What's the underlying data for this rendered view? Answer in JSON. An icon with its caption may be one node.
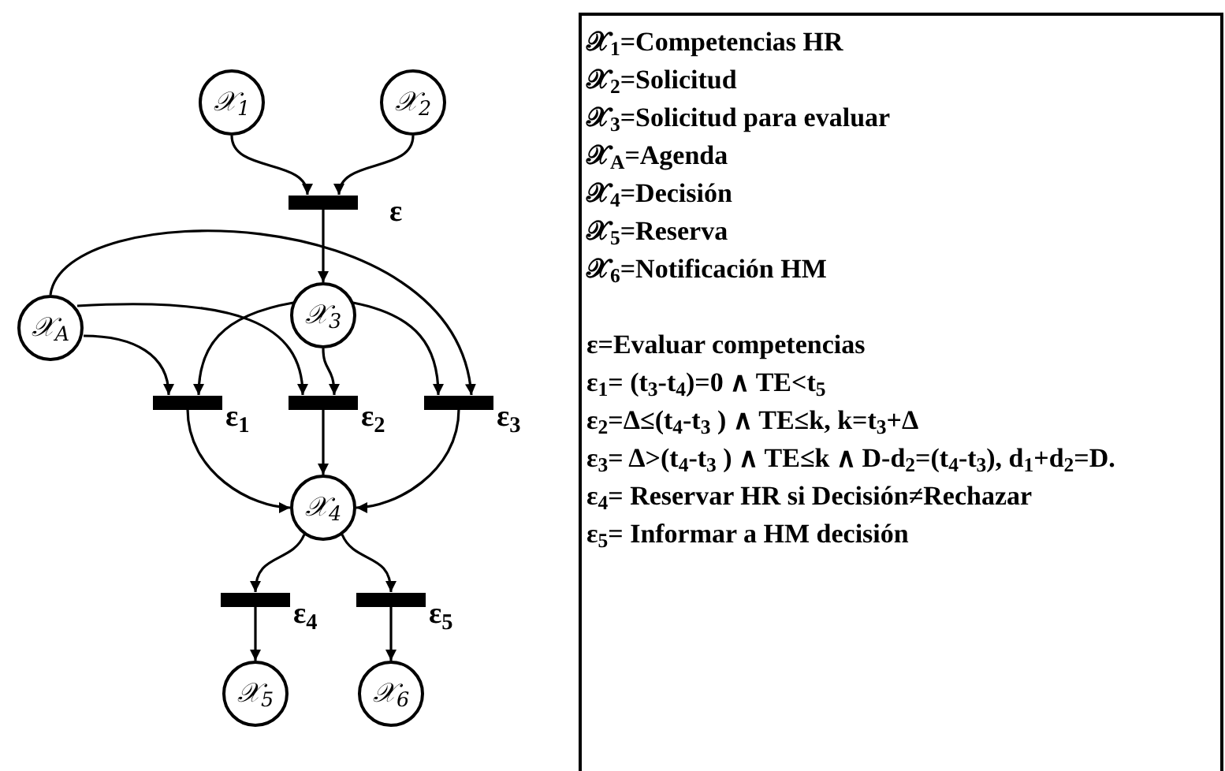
{
  "diagram": {
    "nodes": [
      {
        "text": [
          "𝒳$_{1}$"
        ]
      },
      {
        "text": [
          "𝒳$_{2}$"
        ]
      },
      {
        "text": [],
        "shape": "bar",
        "beside": [
          "ε"
        ]
      },
      {
        "text": [
          "𝒳$_{A}$"
        ]
      },
      {
        "text": [
          "𝒳$_{3}$"
        ]
      },
      {
        "text": [],
        "shape": "bar",
        "beside": [
          "ε$_{1}$"
        ]
      },
      {
        "text": [],
        "shape": "bar",
        "beside": [
          "ε$_{2}$"
        ]
      },
      {
        "text": [],
        "shape": "bar",
        "beside": [
          "ε$_{3}$"
        ]
      },
      {
        "text": [
          "𝒳$_{4}$"
        ]
      },
      {
        "text": [],
        "shape": "bar",
        "beside": [
          "ε$_{4}$"
        ]
      },
      {
        "text": [],
        "shape": "bar",
        "beside": [
          "ε$_{5}$"
        ]
      },
      {
        "text": [
          "𝒳$_{5}$"
        ]
      },
      {
        "text": [
          "𝒳$_{6}$"
        ]
      },
      {
        "text": [
          "𝒳$_{1}$=Competencias HR",
          "𝒳$_{2}$=Solicitud",
          "𝒳$_{3}$=Solicitud para evaluar",
          "𝒳$_{A}$=Agenda",
          "𝒳$_{4}$=Decisión",
          "𝒳$_{5}$=Reserva",
          "𝒳$_{6}$=Notificación HM",
          "ε=Evaluar competencias",
          "ε$_{1}$= (t$_{3}$-t$_{4}$)=0 ∧ TE<t$_{5}$",
          "ε$_{2}$=Δ≤(t$_{4}$-t$_{3}$ ) ∧ TE≤k, k=t$_{3}$+Δ",
          "ε$_{3}$= Δ>(t$_{4}$-t$_{3}$ ) ∧ TE≤k ∧ D-d$_{2}$=(t$_{4}$-t$_{3}$), d$_{1}$+d$_{2}$=D.",
          "ε$_{4}$= Reservar HR si Decisión≠Rechazar",
          "ε$_{5}$= Informar a HM decisión"
        ]
      }
    ],
    "edges": [
      {
        "from": 0,
        "to": 2,
        "arrow": "to"
      },
      {
        "from": 1,
        "to": 2,
        "arrow": "to"
      },
      {
        "from": 2,
        "to": 4,
        "arrow": "to"
      },
      {
        "from": 3,
        "to": 5,
        "arrow": "to"
      },
      {
        "from": 4,
        "to": 5,
        "arrow": "to"
      },
      {
        "from": 3,
        "to": 6,
        "arrow": "to"
      },
      {
        "from": 4,
        "to": 6,
        "arrow": "to"
      },
      {
        "from": 3,
        "to": 7,
        "arrow": "to"
      },
      {
        "from": 4,
        "to": 7,
        "arrow": "to"
      },
      {
        "from": 5,
        "to": 8,
        "arrow": "to"
      },
      {
        "from": 6,
        "to": 8,
        "arrow": "to"
      },
      {
        "from": 7,
        "to": 8,
        "arrow": "to"
      },
      {
        "from": 8,
        "to": 9,
        "arrow": "to"
      },
      {
        "from": 8,
        "to": 10,
        "arrow": "to"
      },
      {
        "from": 9,
        "to": 11,
        "arrow": "to"
      },
      {
        "from": 10,
        "to": 12,
        "arrow": "to"
      }
    ]
  }
}
